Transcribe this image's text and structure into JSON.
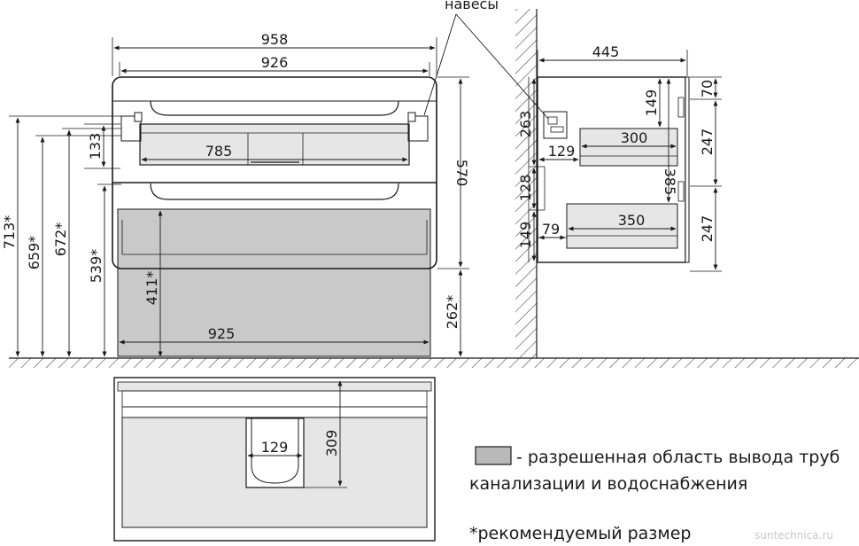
{
  "labels": {
    "hinges": "навесы",
    "legend_text_line1": "- разрешенная область вывода труб",
    "legend_text_line2": "канализации и водоснабжения",
    "footnote": "*рекомендуемый размер",
    "watermark": "suntechnica.ru"
  },
  "dimensions": {
    "front_overall_width": "958",
    "front_inner_width": "926",
    "drawer_inner_width": "785",
    "pipe_area_width": "925",
    "side_depth": "445",
    "drawer1_depth": "300",
    "drawer2_depth": "350",
    "left_offset_129": "129",
    "left_offset_79": "79",
    "bottom_cutout_width": "129",
    "bottom_cutout_depth": "309",
    "height_570": "570",
    "height_133": "133",
    "height_411": "411*",
    "height_262": "262*",
    "height_713": "713*",
    "height_659": "659*",
    "height_672": "672*",
    "height_539": "539*",
    "side_263": "263",
    "side_128": "128",
    "side_149_top": "149",
    "side_149_bottom": "149",
    "side_385": "385",
    "side_70": "70",
    "side_247_top": "247",
    "side_247_bottom": "247"
  },
  "colors": {
    "line": "#1a1a1a",
    "pipe_area": "#c9c9c9",
    "legend_swatch": "#b9b9b9",
    "hatch": "#4a4a4a"
  }
}
